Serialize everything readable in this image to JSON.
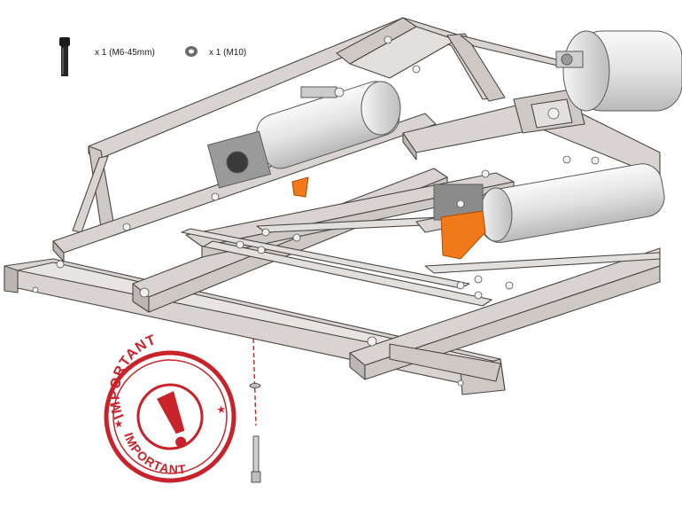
{
  "parts_list": {
    "bolt": {
      "icon": "hex-socket-bolt-icon",
      "label": "x 1 (M6-45mm)"
    },
    "washer": {
      "icon": "washer-icon",
      "label": "x 1 (M10)"
    }
  },
  "stamp": {
    "top_text": "IMPORTANT",
    "bottom_text": "IMPORTANT",
    "color": "#c8232b"
  },
  "colors": {
    "frame_fill": "#d9d4d1",
    "frame_stroke": "#4a4644",
    "motor_fill": "#e9e9e9",
    "accent_orange": "#f07a1a",
    "guide_line": "#d0202a"
  }
}
